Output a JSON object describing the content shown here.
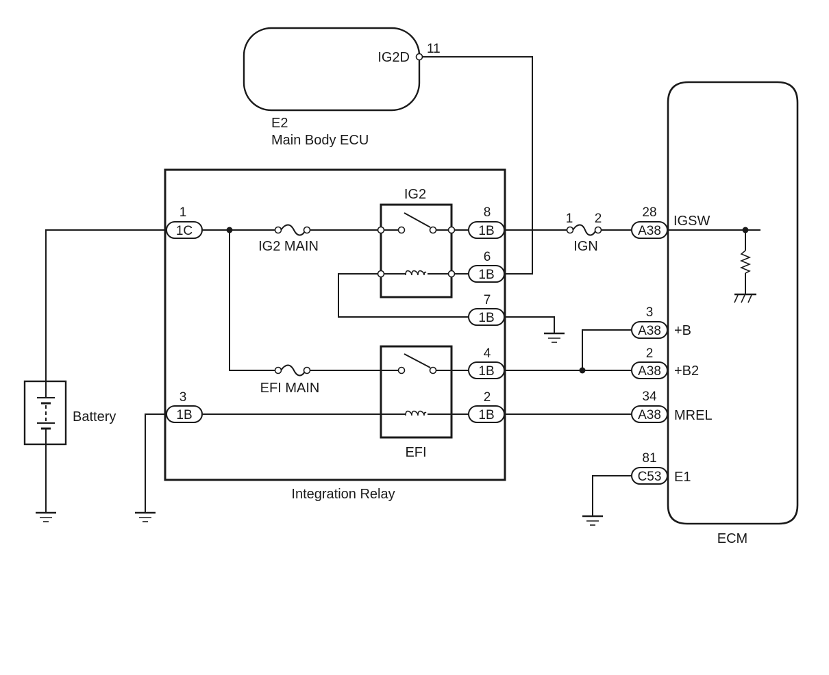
{
  "components": {
    "main_body_ecu": {
      "code": "E2",
      "name": "Main Body ECU",
      "terminal": "IG2D",
      "pin": "11"
    },
    "integration_relay": {
      "name": "Integration Relay"
    },
    "ig2_relay": {
      "name": "IG2"
    },
    "efi_relay": {
      "name": "EFI"
    },
    "ig2_main_fuse": {
      "name": "IG2 MAIN"
    },
    "efi_main_fuse": {
      "name": "EFI MAIN"
    },
    "ign_fuse": {
      "name": "IGN",
      "pin_in": "1",
      "pin_out": "2"
    },
    "battery": {
      "name": "Battery"
    },
    "ecm": {
      "name": "ECM"
    }
  },
  "relay_connectors": [
    {
      "pin": "1",
      "connector": "1C"
    },
    {
      "pin": "3",
      "connector": "1B"
    },
    {
      "pin": "8",
      "connector": "1B"
    },
    {
      "pin": "6",
      "connector": "1B"
    },
    {
      "pin": "7",
      "connector": "1B"
    },
    {
      "pin": "4",
      "connector": "1B"
    },
    {
      "pin": "2",
      "connector": "1B"
    }
  ],
  "ecm_connectors": [
    {
      "pin": "28",
      "connector": "A38",
      "signal": "IGSW"
    },
    {
      "pin": "3",
      "connector": "A38",
      "signal": "+B"
    },
    {
      "pin": "2",
      "connector": "A38",
      "signal": "+B2"
    },
    {
      "pin": "34",
      "connector": "A38",
      "signal": "MREL"
    },
    {
      "pin": "81",
      "connector": "C53",
      "signal": "E1"
    }
  ]
}
